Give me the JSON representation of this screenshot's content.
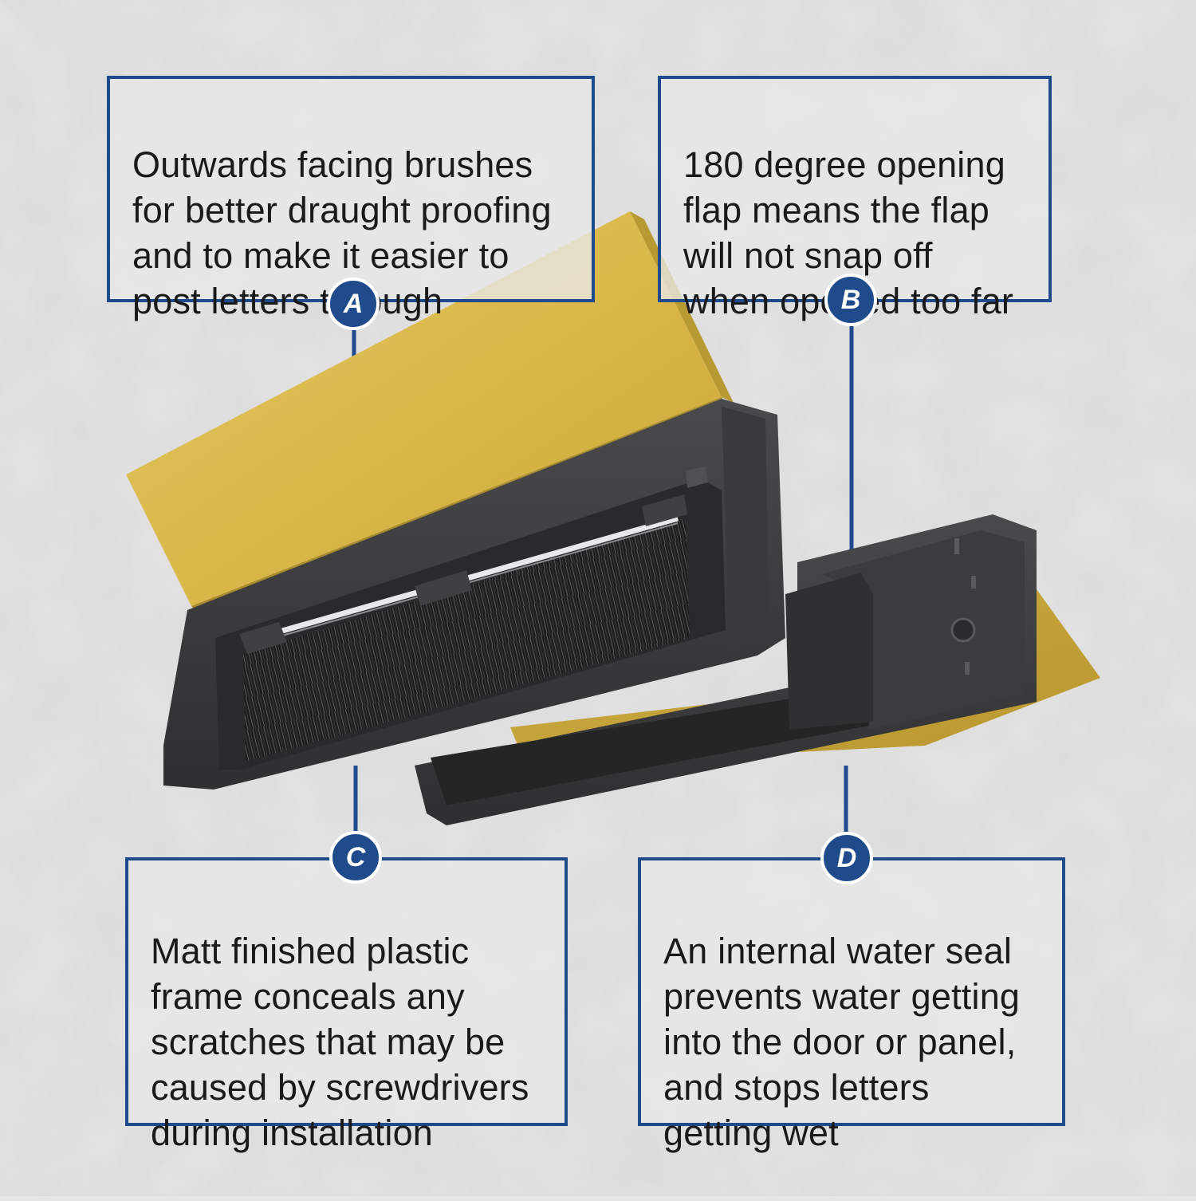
{
  "callouts": {
    "a": {
      "marker": "A",
      "text": "Outwards facing brushes\nfor better draught proofing\nand to make it easier to\npost letters through"
    },
    "b": {
      "marker": "B",
      "text": "180 degree opening\nflap means the flap\nwill not snap off\nwhen opened too far"
    },
    "c": {
      "marker": "C",
      "text": "Matt finished plastic\nframe conceals any\nscratches that may be\ncaused by screwdrivers\nduring installation"
    },
    "d": {
      "marker": "D",
      "text": "An internal water seal\nprevents water getting\ninto the door or panel,\nand stops letters\ngetting wet"
    }
  },
  "colors": {
    "accent_blue": "#1f4a8c",
    "flap_gold": "#d9b84a",
    "frame_dark": "#3a3a3c",
    "background": "#e6e6e6"
  }
}
